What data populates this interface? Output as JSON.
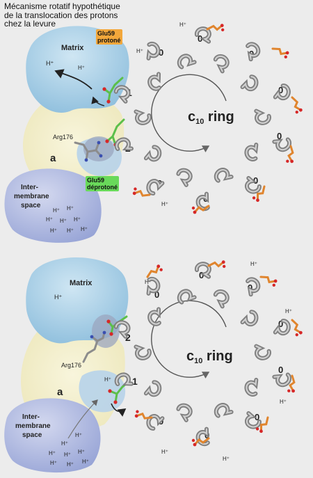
{
  "title_lines": [
    "Mécanisme rotatif hypothétique",
    "de la translocation des protons",
    "chez la levure"
  ],
  "top_panel": {
    "matrix_label": "Matrix",
    "a_label": "a",
    "arg_label": "Arg176",
    "ims_label_lines": [
      "Inter-",
      "membrane",
      "space"
    ],
    "ring_label_main": "c",
    "ring_label_sub": "10",
    "ring_label_rest": " ring",
    "glu_protonated_lines": [
      "Glu59",
      "protoné"
    ],
    "glu_deprotonated_lines": [
      "Glu59",
      "déprotoné"
    ],
    "site_1": "1",
    "site_2": "2",
    "zero": "0",
    "proton": "H⁺"
  },
  "bottom_panel": {
    "matrix_label": "Matrix",
    "a_label": "a",
    "arg_label": "Arg176",
    "ims_label_lines": [
      "Inter-",
      "membrane",
      "space"
    ],
    "ring_label_main": "c",
    "ring_label_sub": "10",
    "ring_label_rest": " ring",
    "site_1": "1",
    "site_2": "2",
    "zero": "0",
    "proton": "H⁺"
  },
  "colors": {
    "matrix_blue": "#a9cfe6",
    "subunit_a_yellow": "#f2eec4",
    "ims_purple": "#aab4dd",
    "helix_gray": "#9a9a9a",
    "glu_orange": "#e0852e",
    "glu_green": "#5cbf4a"
  },
  "icons": [
    "rotation-arrow-icon",
    "helix-icon",
    "proton-arrow-icon"
  ]
}
